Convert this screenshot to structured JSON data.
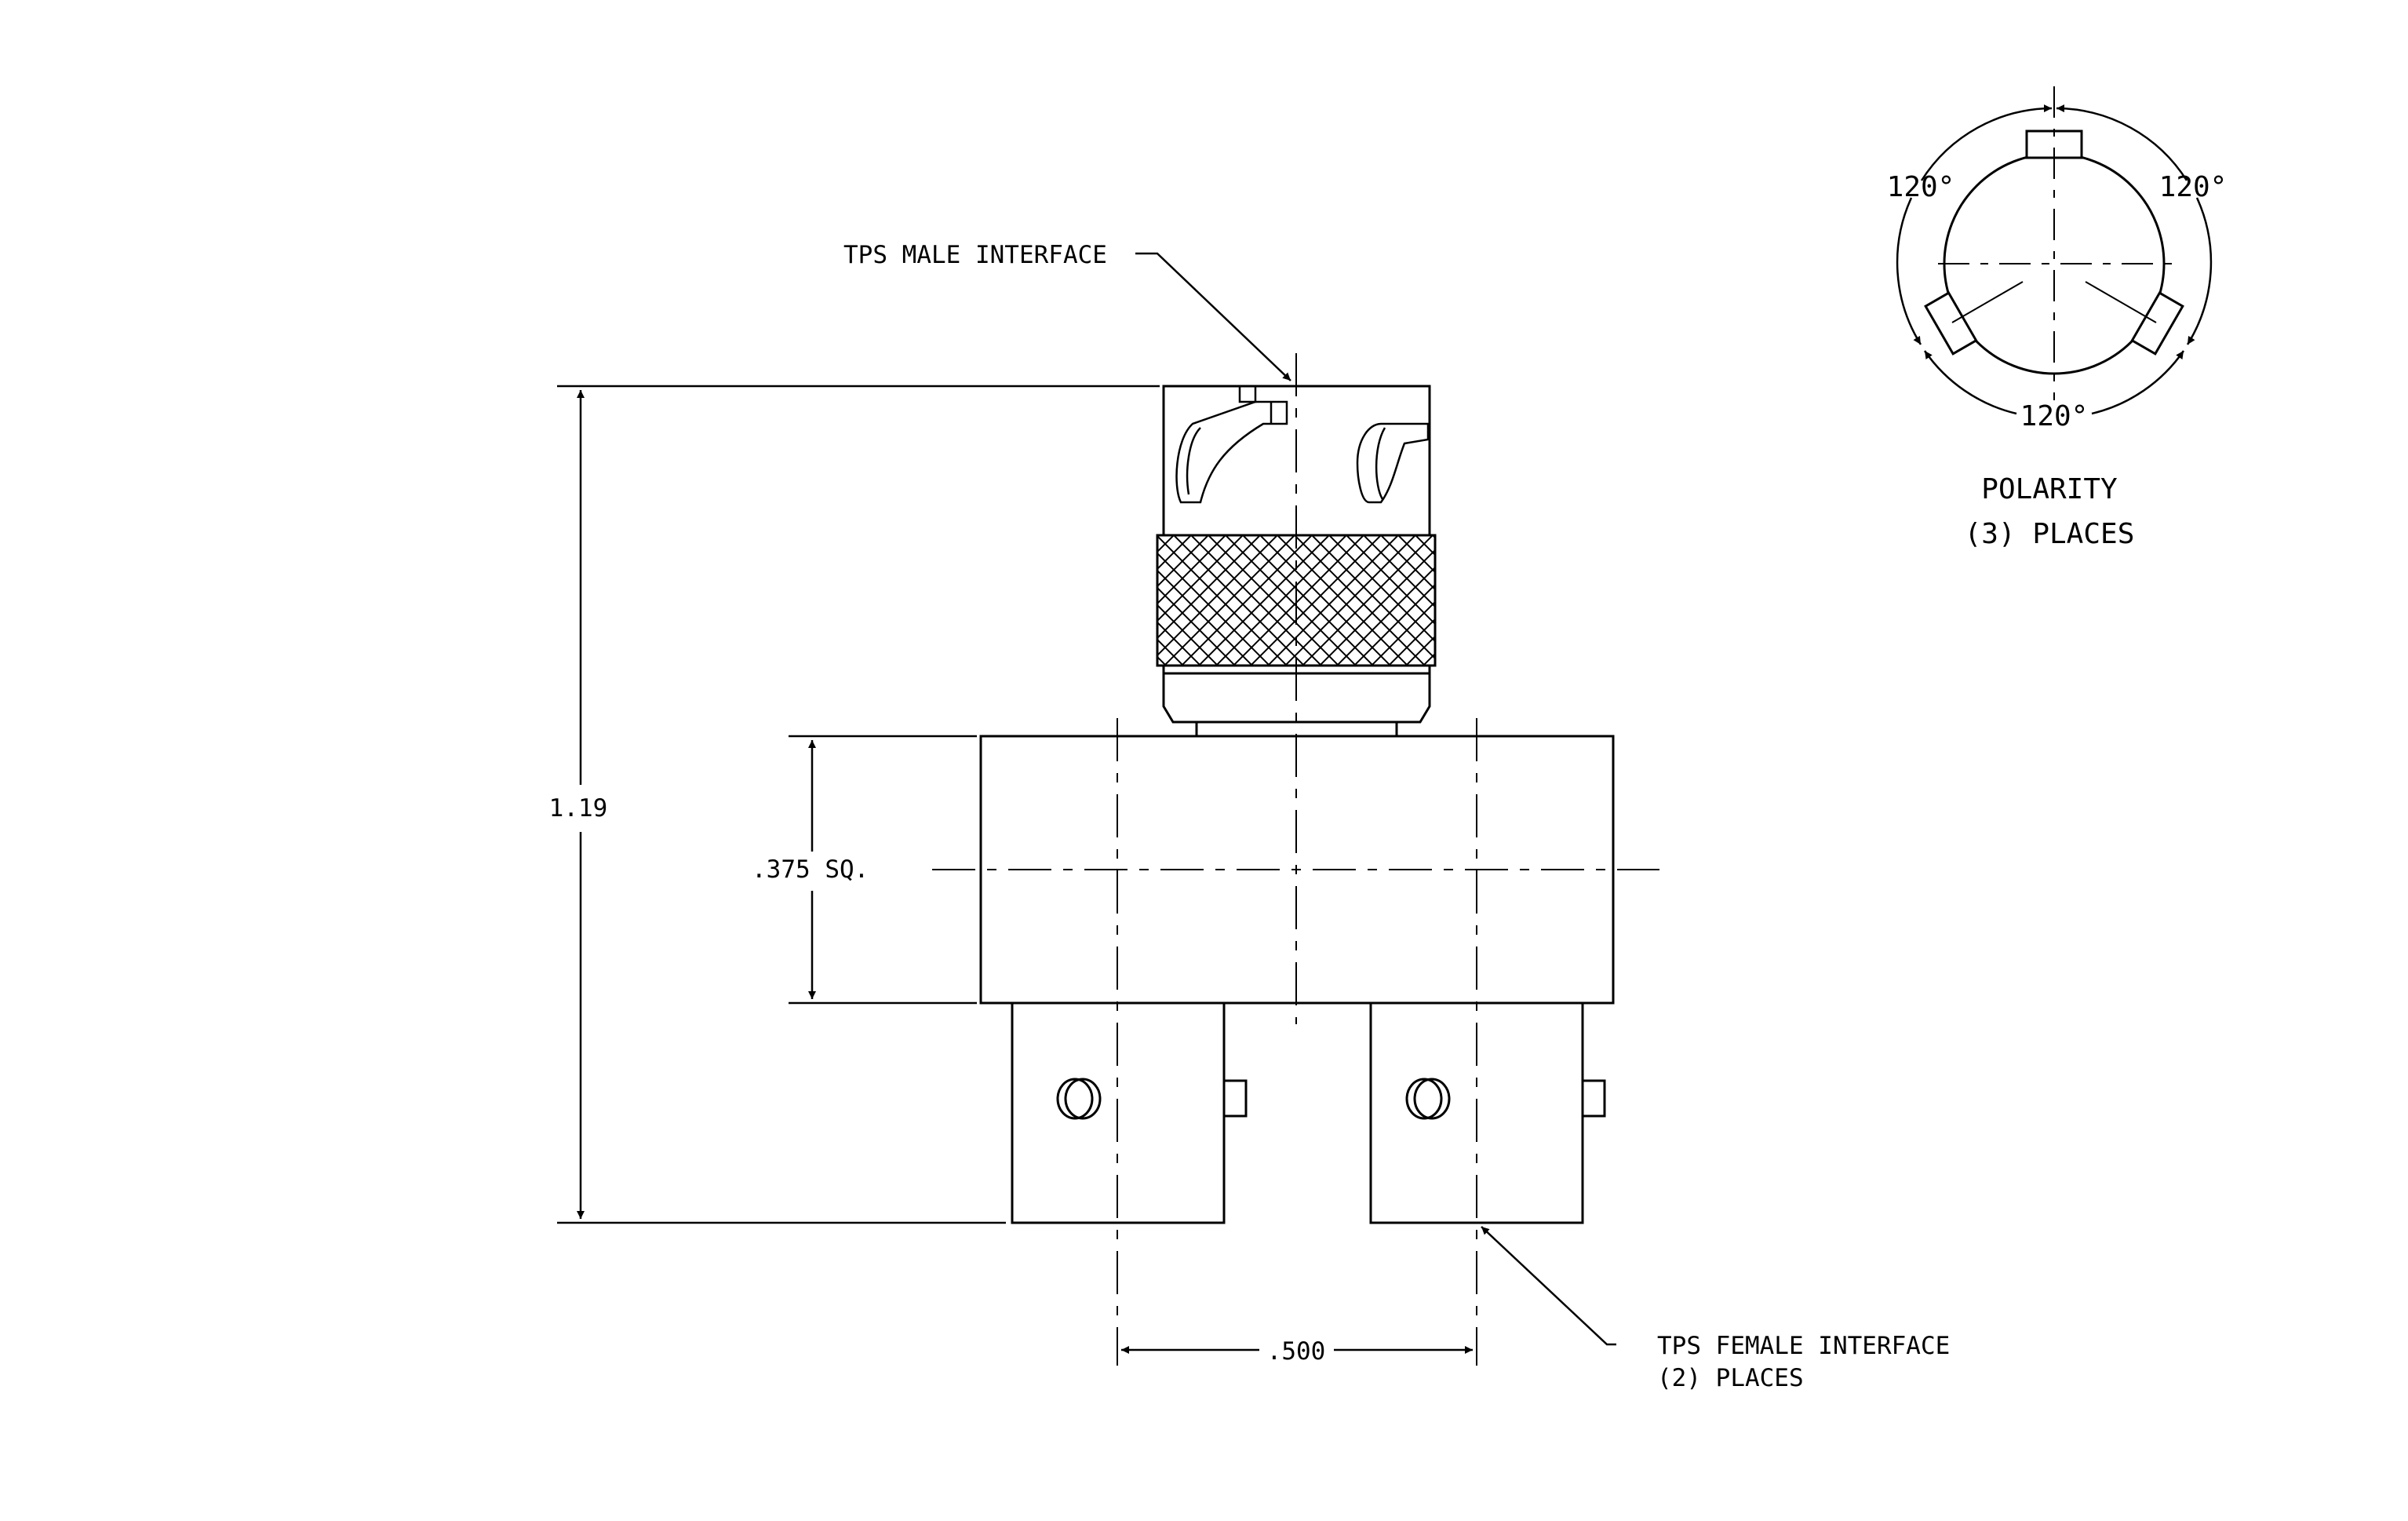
{
  "labels": {
    "male_interface": "TPS MALE INTERFACE",
    "female_interface_line1": "TPS FEMALE INTERFACE",
    "female_interface_line2": "(2)  PLACES",
    "polarity_title": "POLARITY",
    "polarity_places": "(3)  PLACES"
  },
  "dimensions": {
    "overall_height": "1.19",
    "body_square": ".375 SQ.",
    "female_spacing": ".500",
    "angle_left": "120°",
    "angle_right": "120°",
    "angle_bottom": "120°"
  },
  "colors": {
    "line": "#000000",
    "background": "#ffffff"
  }
}
